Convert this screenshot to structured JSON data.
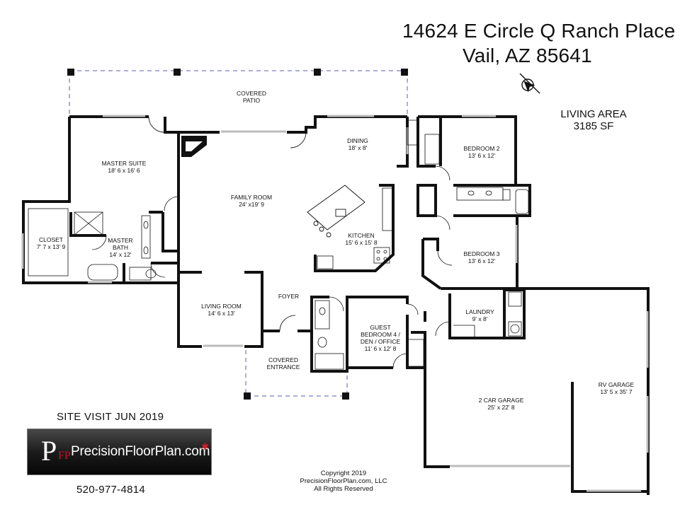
{
  "header": {
    "address_line1": "14624 E Circle Q Ranch Place",
    "address_line2": "Vail, AZ  85641"
  },
  "living_area": {
    "label": "LIVING AREA",
    "value": "3185 SF"
  },
  "rooms": {
    "covered_patio": [
      "COVERED",
      "PATIO"
    ],
    "master_suite": [
      "MASTER SUITE",
      "18' 6 x 16' 6"
    ],
    "dining": [
      "DINING",
      "18' x 8'"
    ],
    "bedroom2": [
      "BEDROOM 2",
      "13' 6 x 12'"
    ],
    "family_room": [
      "FAMILY ROOM",
      "24' x19' 9"
    ],
    "closet": [
      "CLOSET",
      "7' 7 x 13' 9"
    ],
    "master_bath": [
      "MASTER",
      "BATH",
      "14' x 12'"
    ],
    "kitchen": [
      "KITCHEN",
      "15' 6 x 15' 8"
    ],
    "bedroom3": [
      "BEDROOM 3",
      "13' 6 x 12'"
    ],
    "fireplace": "FP",
    "living_room": [
      "LIVING ROOM",
      "14' 6 x 13'"
    ],
    "foyer": "FOYER",
    "guest_bedroom": [
      "GUEST",
      "BEDROOM 4 /",
      "DEN / OFFICE",
      "11' 6 x 12' 8"
    ],
    "laundry": [
      "LAUNDRY",
      "9' x 8'"
    ],
    "covered_entrance": [
      "COVERED",
      "ENTRANCE"
    ],
    "rv_garage": [
      "RV GARAGE",
      "13' 5 x 35' 7"
    ],
    "car_garage": [
      "2 CAR GARAGE",
      "25' x 22' 8"
    ]
  },
  "footer": {
    "site_visit": "SITE VISIT  JUN 2019",
    "phone": "520-977-4814",
    "copyright": [
      "Copyright 2019",
      "PrecisionFloorPlan.com, LLC",
      "All Rights Reserved"
    ],
    "logo_text": "PrecisionFloorPlan.com",
    "logo_mark_big": "P",
    "logo_mark_small": "FP"
  },
  "icons": {
    "north_arrow": "north-arrow-icon"
  },
  "colors": {
    "wall": "#111111",
    "dashed_outline": "#5b5bb0",
    "window": "#bcbcbc",
    "logo_accent": "#c8102e"
  }
}
